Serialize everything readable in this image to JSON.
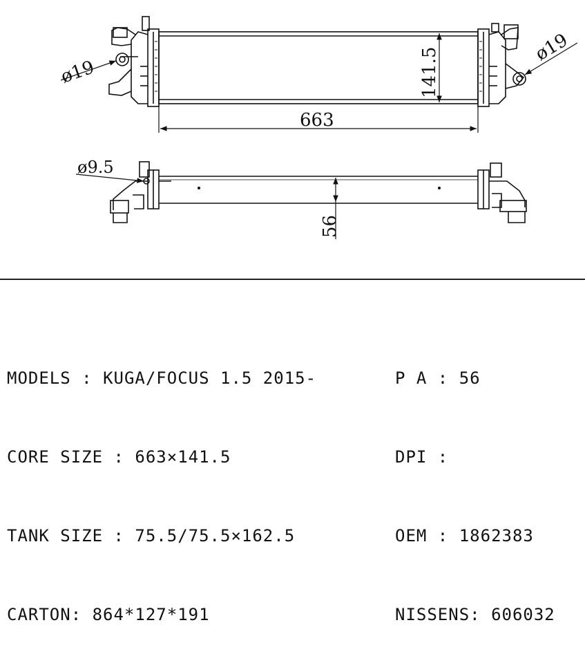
{
  "drawing": {
    "dim_diameter_left": "ø19",
    "dim_diameter_right": "ø19",
    "dim_height": "141.5",
    "dim_length": "663",
    "dim_port": "ø9.5",
    "dim_depth": "56"
  },
  "specs_left": [
    {
      "label": "MODELS",
      "value": "KUGA/FOCUS 1.5 2015-"
    },
    {
      "label": "CORE SIZE",
      "value": "663×141.5"
    },
    {
      "label": "TANK SIZE",
      "value": "75.5/75.5×162.5"
    },
    {
      "label": "CARTON",
      "value": "864*127*191"
    }
  ],
  "specs_right": [
    {
      "label": "P A",
      "value": "56"
    },
    {
      "label": "DPI",
      "value": ""
    },
    {
      "label": "OEM",
      "value": "1862383"
    },
    {
      "label": "NISSENS",
      "value": "606032"
    }
  ]
}
